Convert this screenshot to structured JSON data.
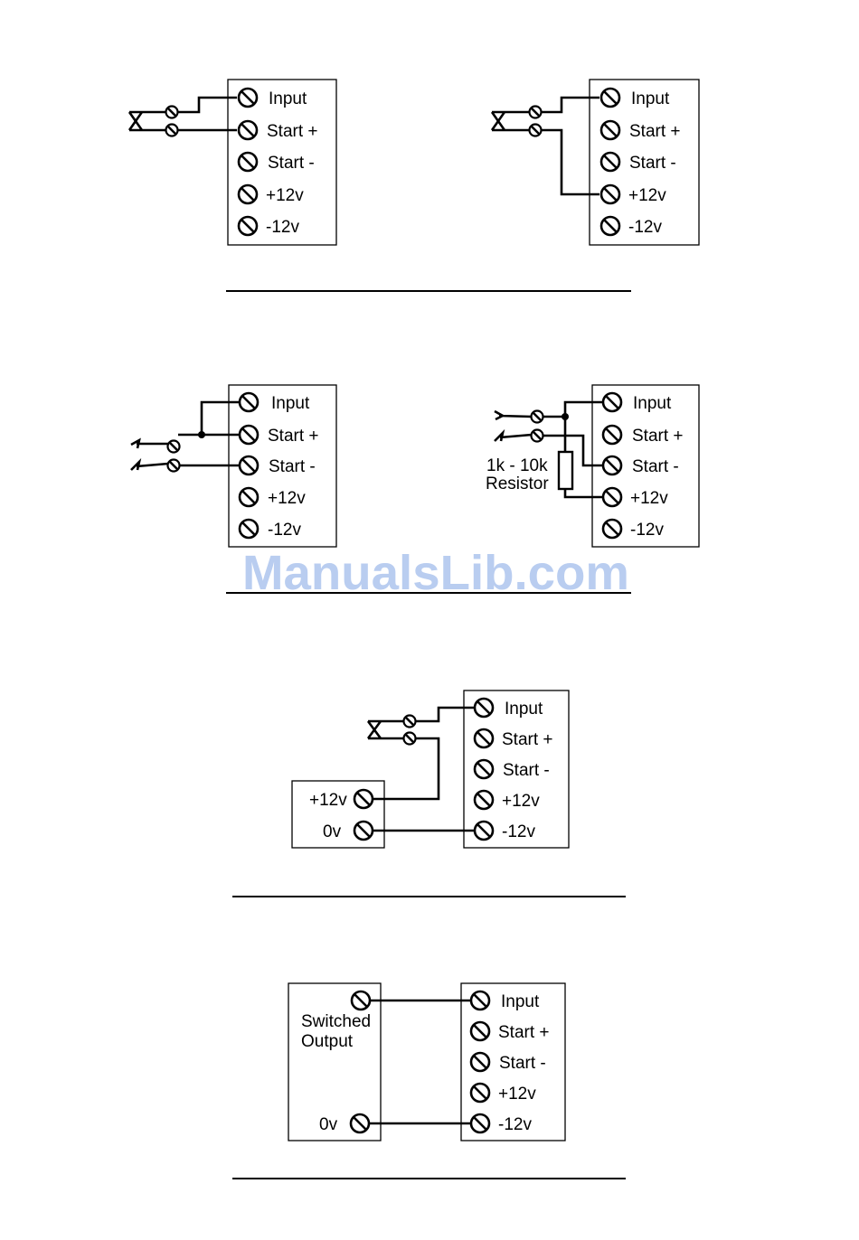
{
  "terminals": {
    "input": "Input",
    "start_plus": "Start +",
    "start_minus": "Start -",
    "plus12": "+12v",
    "minus12": "-12v"
  },
  "resistor_label_line1": "1k - 10k",
  "resistor_label_line2": "Resistor",
  "supply": {
    "plus12": "+12v",
    "zero": "0v"
  },
  "switched": {
    "line1": "Switched",
    "line2": "Output",
    "zero": "0v"
  },
  "watermark": "ManualsLib.com"
}
